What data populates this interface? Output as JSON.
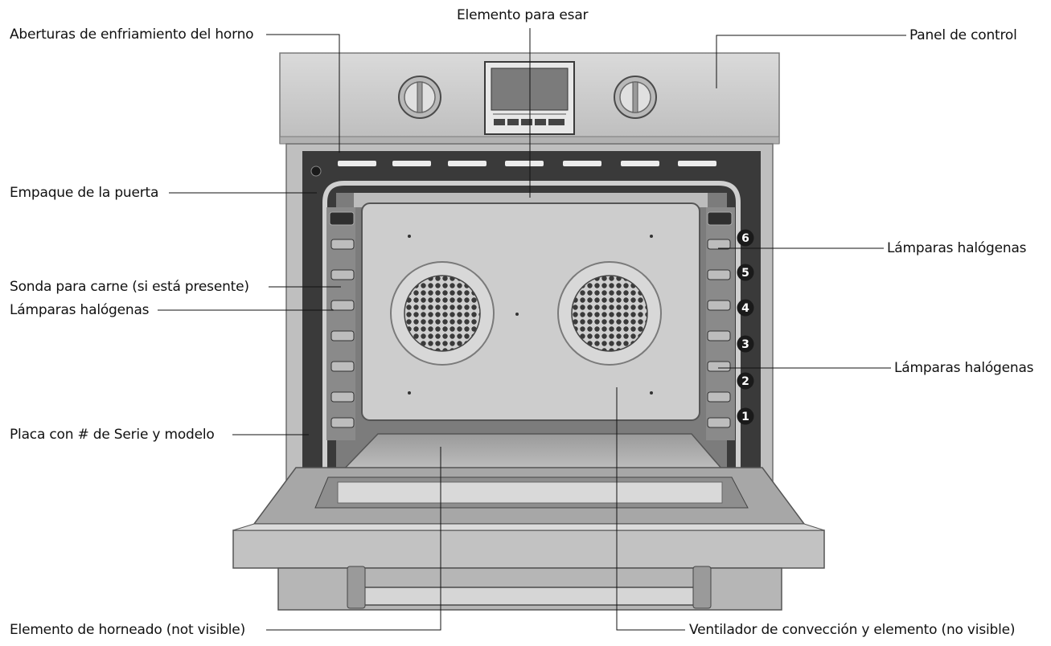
{
  "labels": {
    "cooling_vents": "Aberturas de enfriamiento del horno",
    "broil_element": "Elemento para esar",
    "control_panel": "Panel de control",
    "door_gasket": "Empaque de la puerta",
    "halogen_top_right": "Lámparas halógenas",
    "meat_probe": "Sonda para carne (si está presente)",
    "halogen_left": "Lámparas halógenas",
    "halogen_mid_right": "Lámparas halógenas",
    "serial_plate": "Placa con # de Serie y modelo",
    "bake_element": "Elemento de horneado (not visible)",
    "convection_fan": "Ventilador de convección y elemento (no visible)"
  },
  "rack_positions": [
    "6",
    "5",
    "4",
    "3",
    "2",
    "1"
  ],
  "colors": {
    "steel": "#c9c9c9",
    "steel_dark": "#8f8f8f",
    "cavity": "#3a3a3a",
    "interior": "#d2d2d2",
    "rack_badge": "#1a1a1a",
    "leader": "#111111"
  }
}
